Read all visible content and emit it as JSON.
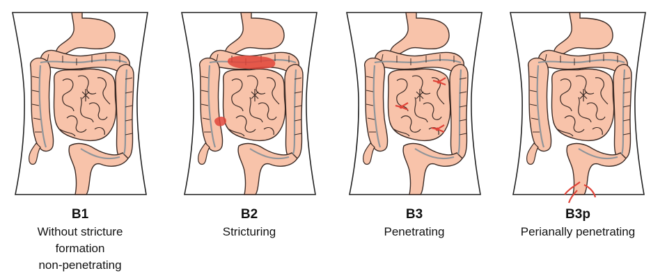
{
  "panels": [
    {
      "code": "B1",
      "description": "Without stricture\nformation\nnon-penetrating",
      "lesion": "none"
    },
    {
      "code": "B2",
      "description": "Stricturing",
      "lesion": "stricture"
    },
    {
      "code": "B3",
      "description": "Penetrating",
      "lesion": "fistula"
    },
    {
      "code": "B3p",
      "description": "Perianally penetrating",
      "lesion": "perianal"
    }
  ],
  "colors": {
    "tissue": "#f8c3aa",
    "outline": "#3a2a25",
    "mesentery": "#8f9499",
    "stricture": "#e0453a",
    "background": "#ffffff"
  }
}
